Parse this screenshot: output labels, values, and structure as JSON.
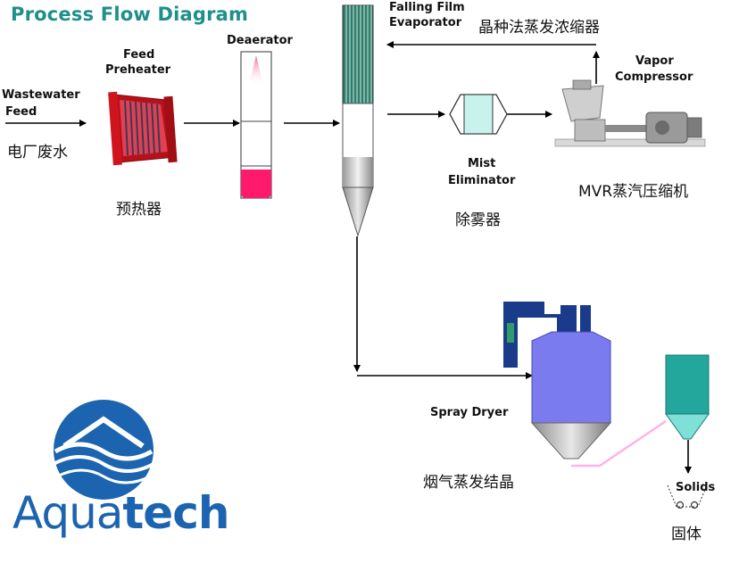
{
  "title": "Process Flow Diagram",
  "labels": {
    "wastewater_en": "Wastewater",
    "feed_en": "Feed",
    "wastewater_cn": "电厂废水",
    "preheater_en_1": "Feed",
    "preheater_en_2": "Preheater",
    "preheater_cn": "预热器",
    "deaerator_en": "Deaerator",
    "evaporator_en_1": "Falling Film",
    "evaporator_en_2": "Evaporator",
    "evaporator_cn": "晶种法蒸发浓缩器",
    "vapor_en_1": "Vapor",
    "vapor_en_2": "Compressor",
    "mvr_cn": "MVR蒸汽压缩机",
    "mist_en_1": "Mist",
    "mist_en_2": "Eliminator",
    "mist_cn": "除雾器",
    "spray_en": "Spray Dryer",
    "spray_cn": "烟气蒸发结晶",
    "solids_en": "Solids",
    "solids_cn": "固体"
  },
  "logo": {
    "text_prefix": "Aqua",
    "text_suffix": "tech"
  },
  "colors": {
    "title": "#1f8f8a",
    "logo_blue": "#1c64b0",
    "preheater_red": "#c8141e",
    "deaerator_pink": "#ff1a6e",
    "tube_green": "#2f7d6e",
    "mist_cyan": "#c8f2ec",
    "spray_blue": "#7b7bf0",
    "cyclone_teal": "#23a69b",
    "duct_navy": "#1a3a8a",
    "pink_line": "#ffb3e6"
  }
}
